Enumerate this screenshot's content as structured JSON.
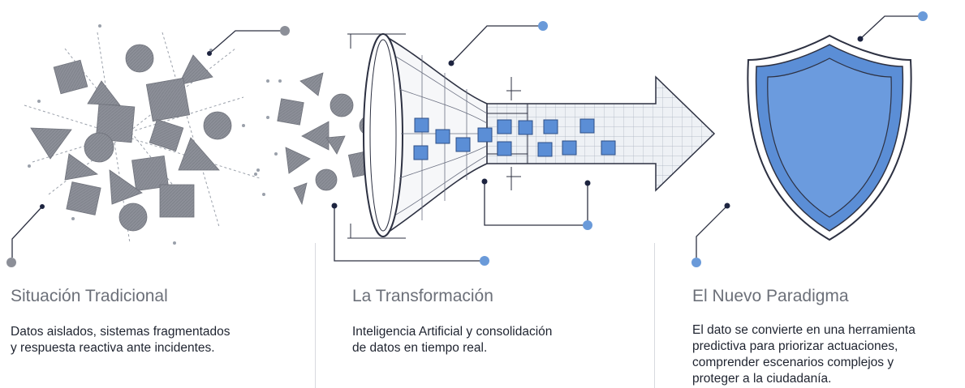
{
  "panels": [
    {
      "title": "Situación Tradicional",
      "description": [
        "Datos aislados, sistemas fragmentados",
        "y respuesta reactiva ante incidentes."
      ]
    },
    {
      "title": "La Transformación",
      "description": [
        "Inteligencia Artificial y consolidación",
        "de datos en tiempo real."
      ]
    },
    {
      "title": "El Nuevo Paradigma",
      "description": [
        "El dato se convierte en una herramienta",
        "predictiva para priorizar actuaciones,",
        "comprender escenarios complejos y",
        "proteger a la ciudadanía."
      ]
    }
  ],
  "colors": {
    "scattered_shapes": "#8c8f98",
    "data_blocks": "#5b8ed6",
    "shield_fill": "#5b8ed6",
    "callout_dot_blue": "#6a9ad9",
    "callout_dot_dark": "#1d2440",
    "line_art": "#2d3142",
    "text_title": "#6c7079",
    "text_body": "#1f2430"
  },
  "icons": [
    "scattered-shapes-cluster",
    "funnel-icon",
    "arrow-icon",
    "shield-icon"
  ]
}
